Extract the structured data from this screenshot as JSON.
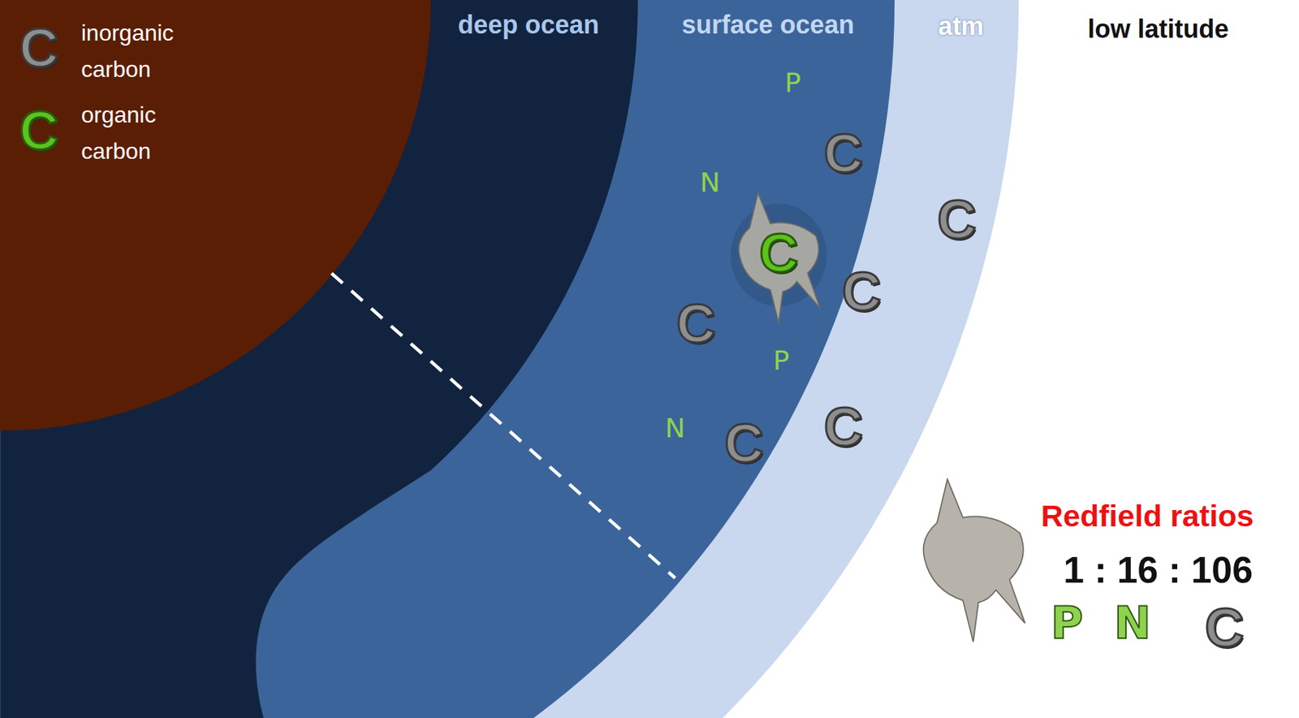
{
  "diagram": {
    "labels": [
      "C",
      "C",
      "deep ocean",
      "surface ocean",
      "atm",
      "low latitude",
      "P",
      "C",
      "N",
      "C",
      "C",
      "C",
      "C",
      "P",
      "C",
      "N",
      "C",
      "Redfield ratios",
      "1 : 16 : 106",
      "P",
      "N",
      "C"
    ],
    "legend": [
      {
        "text": "inorganic carbon"
      },
      {
        "text": "organic carbon"
      }
    ]
  }
}
